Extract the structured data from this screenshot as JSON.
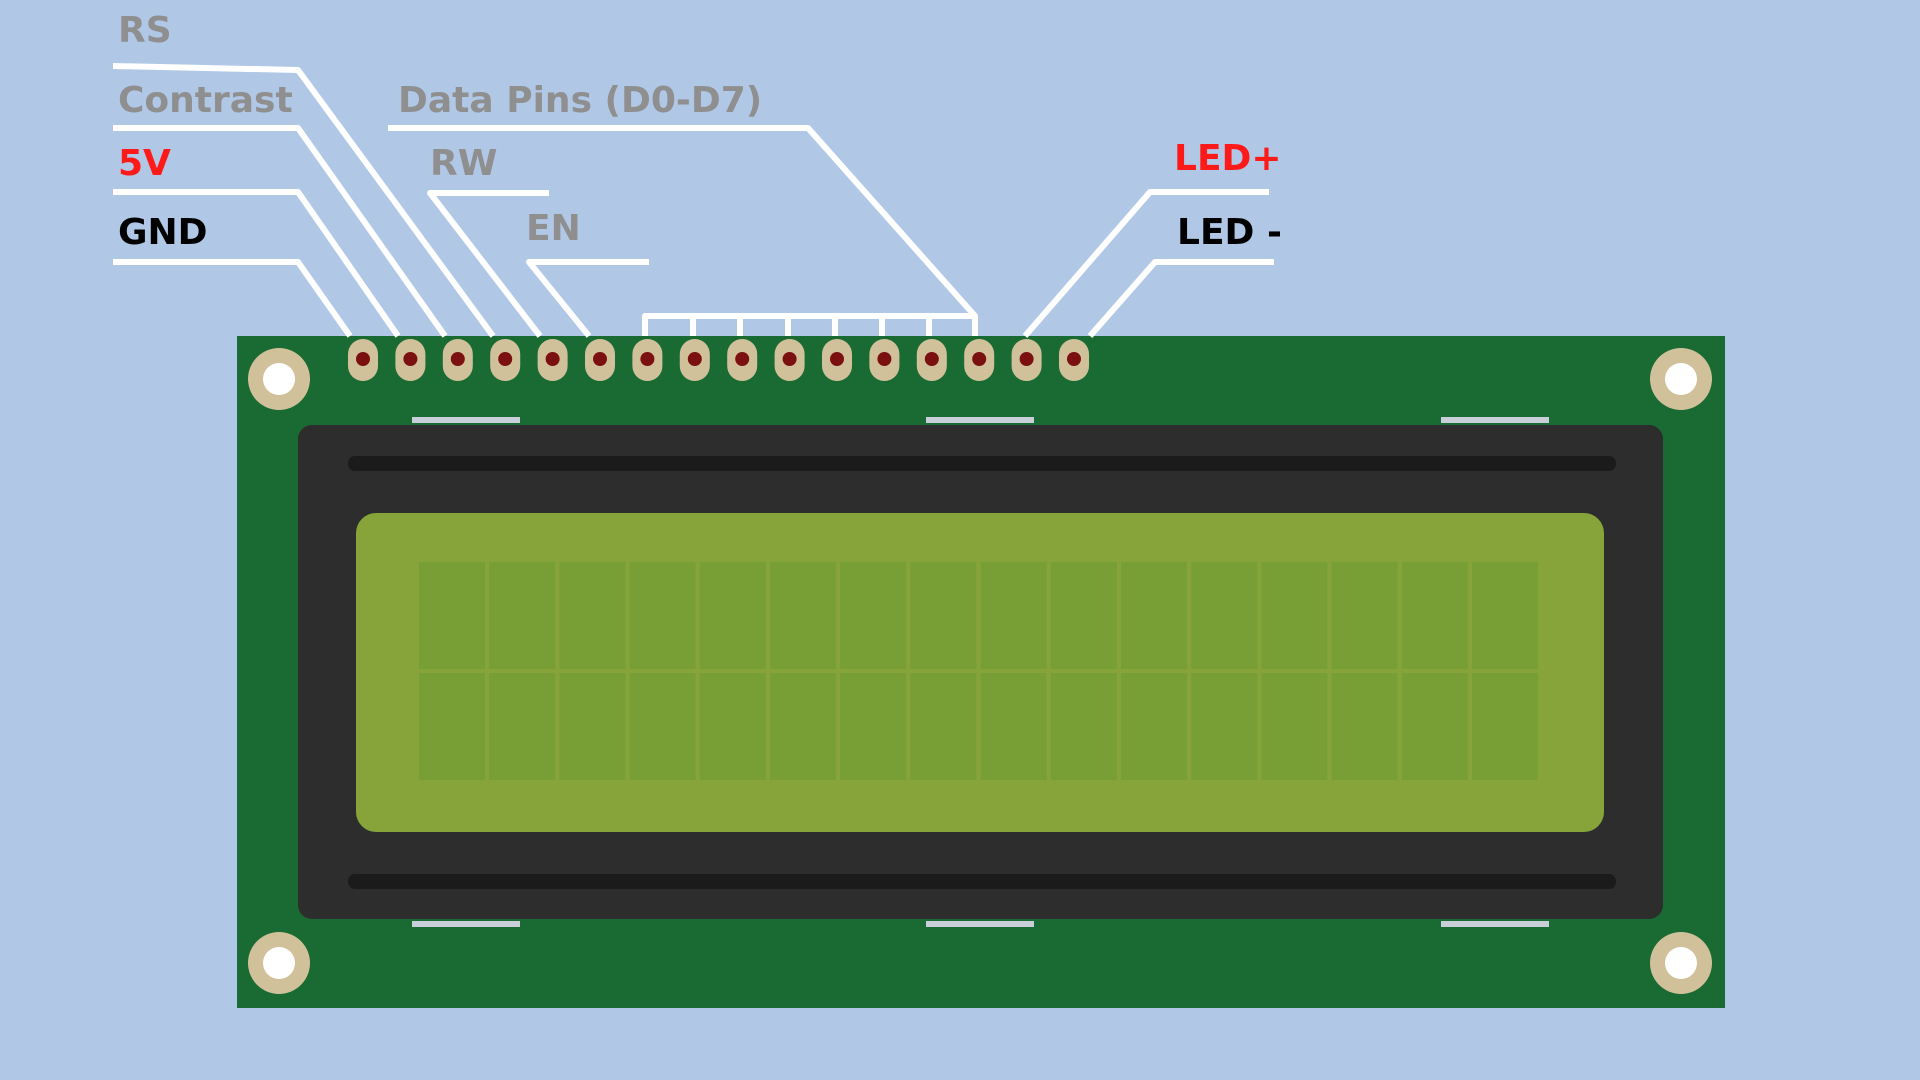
{
  "colors": {
    "background": "#b0c7e6",
    "board": "#1a6b33",
    "bezel": "#2d2d2d",
    "screen": "#86a43a",
    "cell": "#789e36",
    "wire": "#ffffff",
    "pad_ring": "#d1c19b",
    "pin_center": "#7a1010",
    "label_gray": "#8f8f8f",
    "label_red": "#ff1a1a",
    "label_black": "#000000"
  },
  "labels": {
    "rs": "RS",
    "contrast": "Contrast",
    "five_v": "5V",
    "gnd": "GND",
    "data_pins": "Data Pins (D0-D7)",
    "rw": "RW",
    "en": "EN",
    "led_plus": "LED+",
    "led_minus": "LED -"
  },
  "lcd": {
    "pin_count": 16,
    "rows": 2,
    "columns": 16
  }
}
